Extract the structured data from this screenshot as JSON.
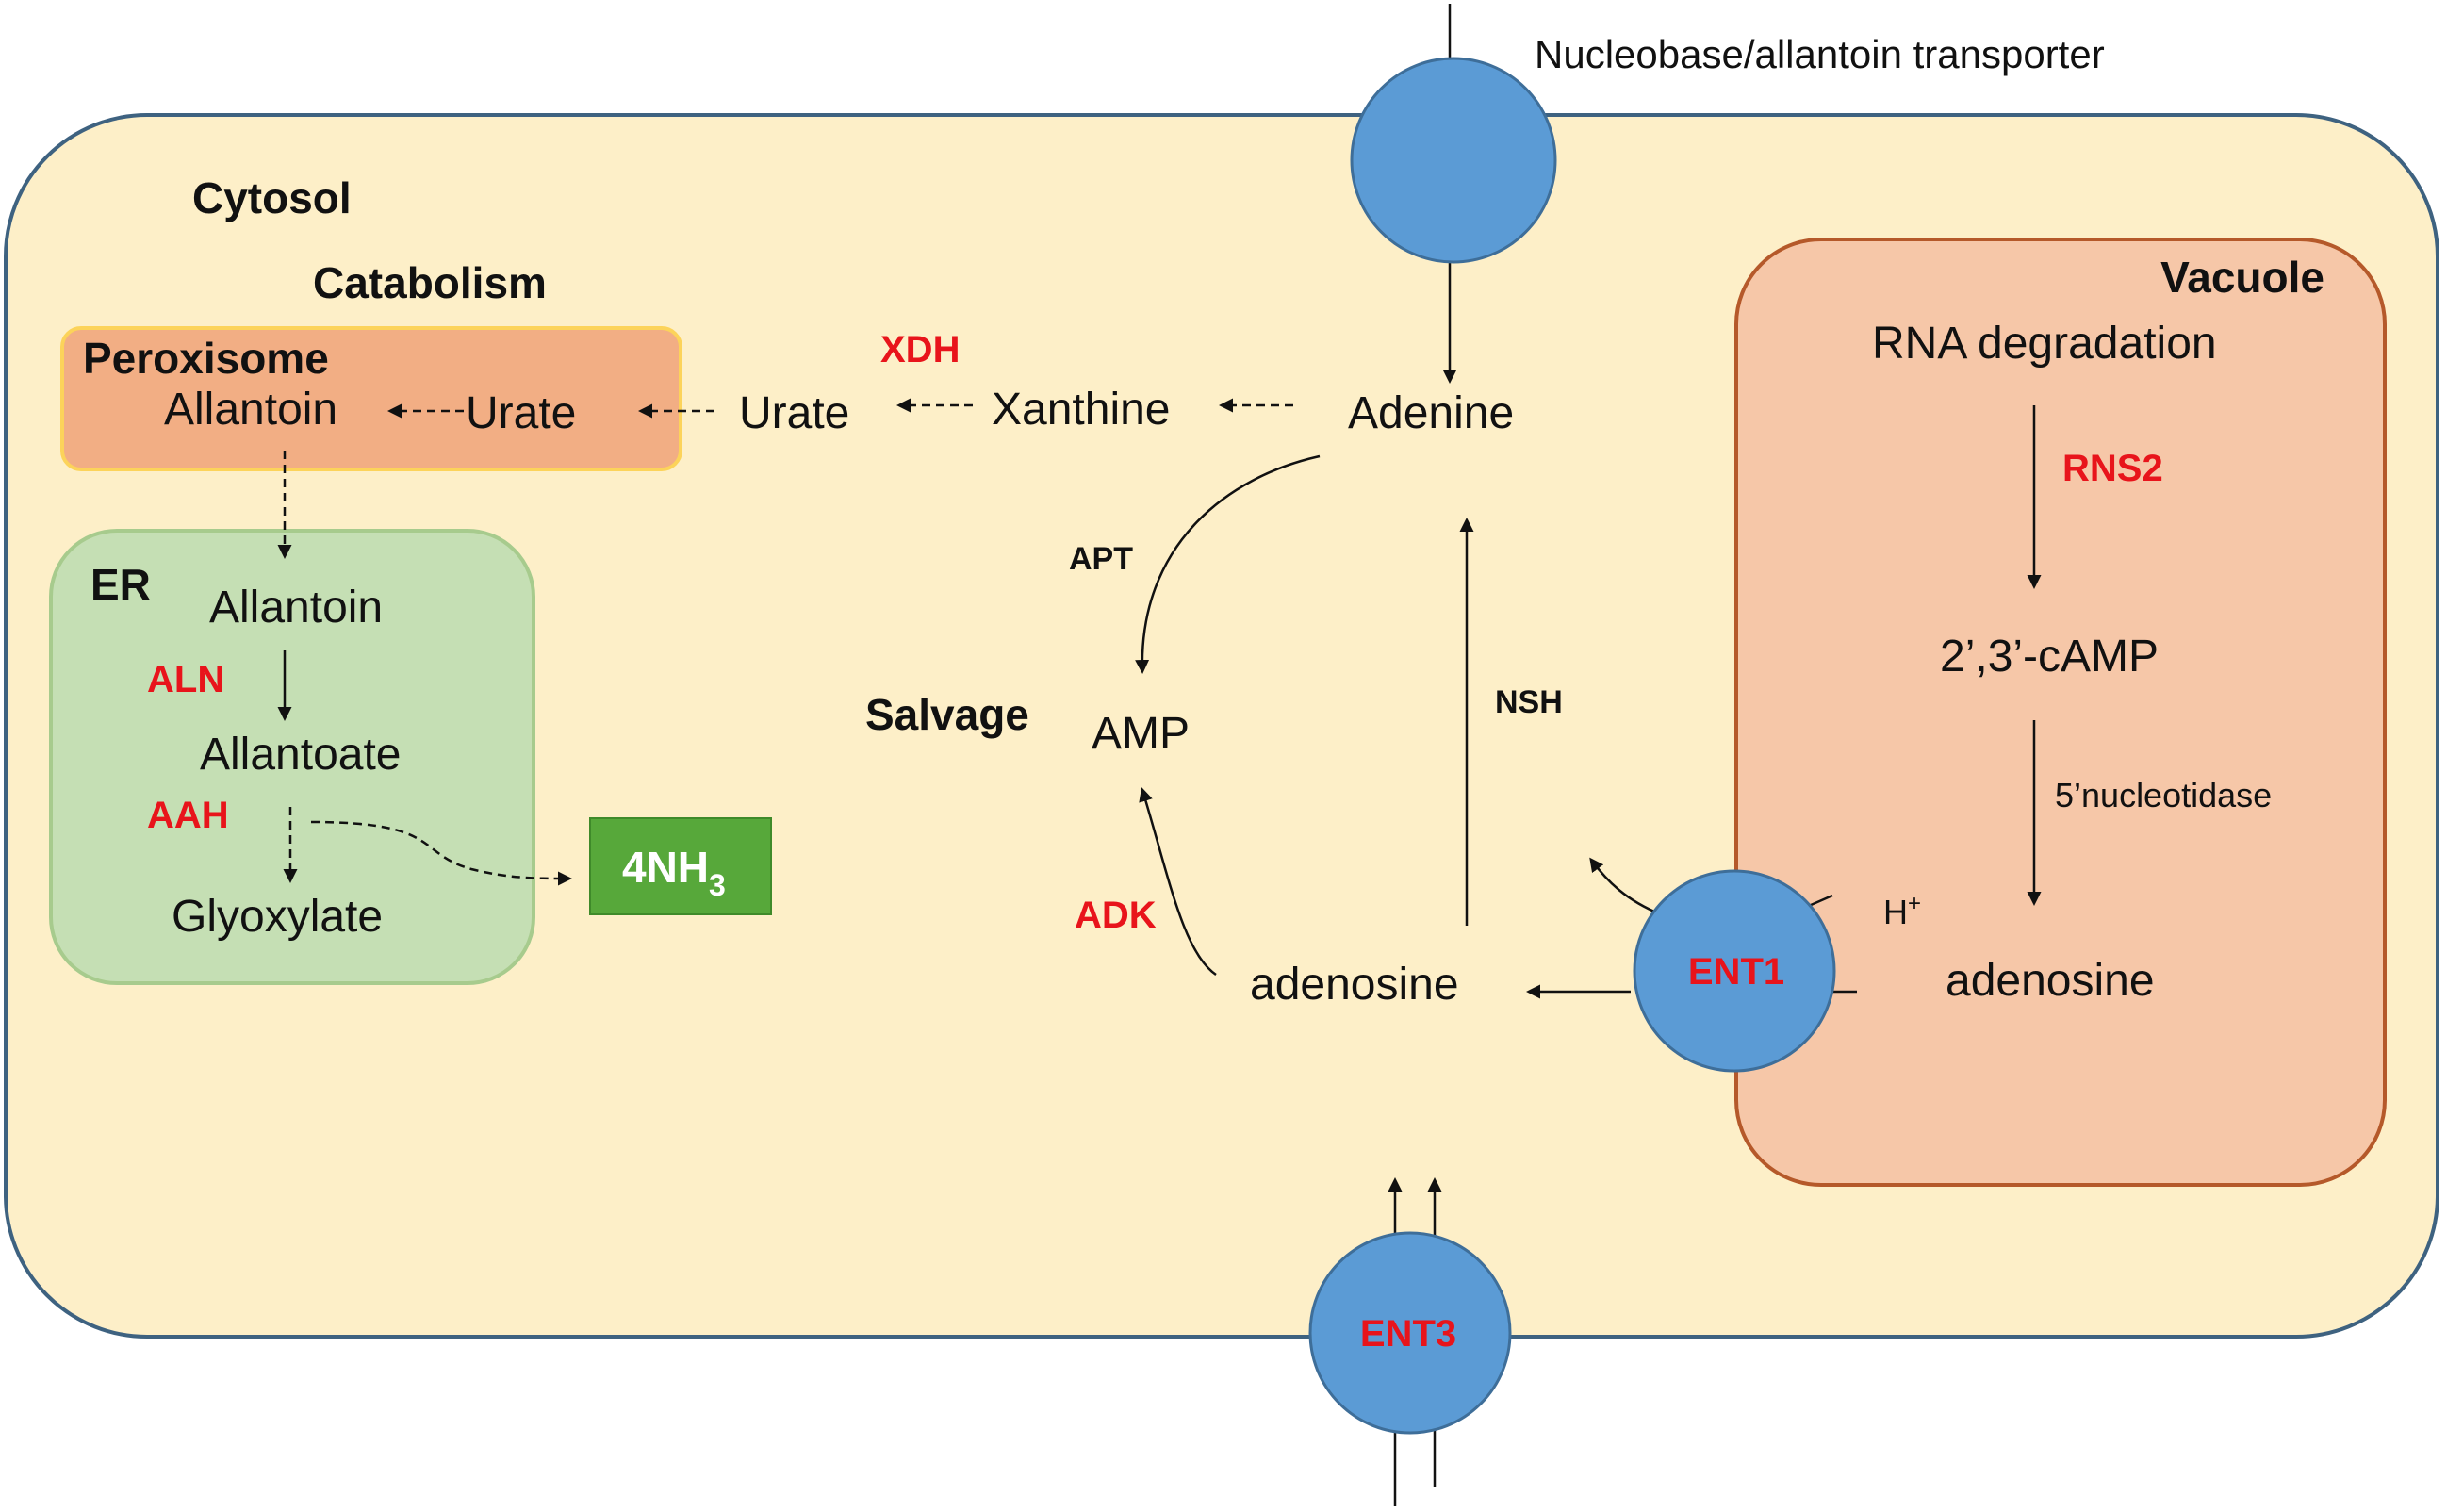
{
  "colors": {
    "cytosol_fill": "#fdefc8",
    "cytosol_stroke": "#3e6280",
    "vacuole_fill": "#f6c7a8",
    "vacuole_stroke": "#b5592a",
    "peroxisome_fill": "#f2ae84",
    "peroxisome_stroke": "#fcd35a",
    "er_fill": "#c5dfb4",
    "er_stroke": "#a7cb8d",
    "transporter_fill": "#5b9bd5",
    "transporter_stroke": "#3e6e99",
    "nh3_box": "#57a83a",
    "enzyme_red": "#e8141b"
  },
  "labels": {
    "nucleobase_transporter": "Nucleobase/allantoin transporter",
    "cytosol": "Cytosol",
    "catabolism": "Catabolism",
    "salvage": "Salvage",
    "peroxisome": "Peroxisome",
    "er": "ER",
    "vacuole": "Vacuole"
  },
  "metabolites": {
    "allantoin_perox": "Allantoin",
    "urate_perox": "Urate",
    "urate": "Urate",
    "xanthine": "Xanthine",
    "adenine": "Adenine",
    "allantoin_er": "Allantoin",
    "allantoate": "Allantoate",
    "glyoxylate": "Glyoxylate",
    "nh3_main": "4NH",
    "nh3_sub": "3",
    "amp": "AMP",
    "adenosine_cyto": "adenosine",
    "rna_degradation": "RNA degradation",
    "camp": "2’,3’-cAMP",
    "adenosine_vac": "adenosine",
    "proton_main": "H",
    "proton_sup": "+"
  },
  "enzymes": {
    "xdh": "XDH",
    "aln": "ALN",
    "aah": "AAH",
    "apt": "APT",
    "adk": "ADK",
    "nsh": "NSH",
    "rns2": "RNS2",
    "nucleotidase": "5’nucleotidase",
    "ent1": "ENT1",
    "ent3": "ENT3"
  }
}
